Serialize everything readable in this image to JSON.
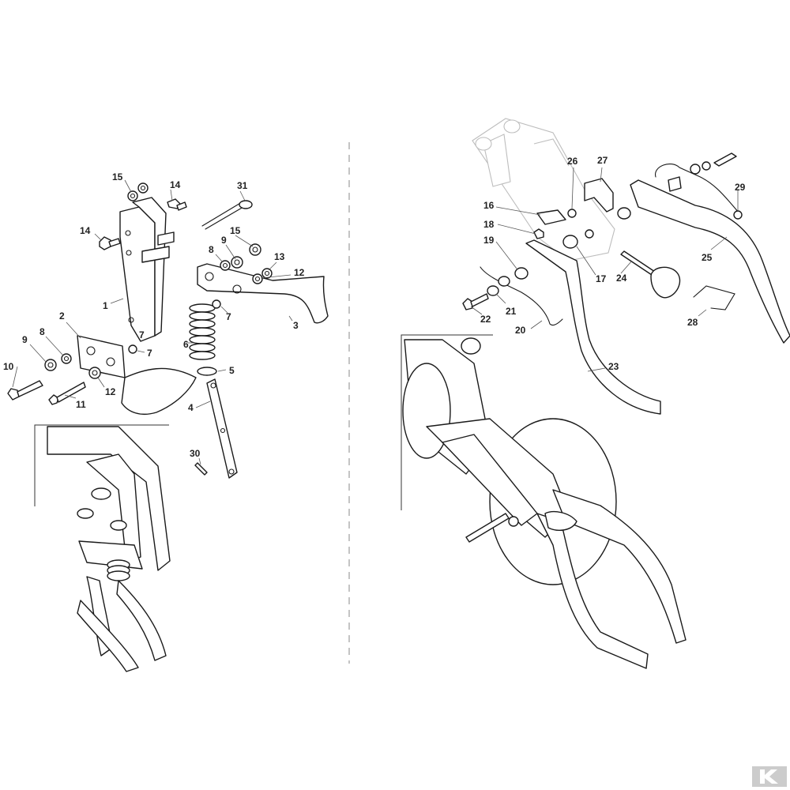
{
  "callouts": {
    "left": {
      "c1": "1",
      "c2": "2",
      "c3": "3",
      "c4": "4",
      "c5": "5",
      "c6": "6",
      "c7a": "7",
      "c7b": "7",
      "c7c": "7",
      "c8a": "8",
      "c8b": "8",
      "c9a": "9",
      "c9b": "9",
      "c10": "10",
      "c11": "11",
      "c12a": "12",
      "c12b": "12",
      "c13": "13",
      "c14a": "14",
      "c14b": "14",
      "c15a": "15",
      "c15b": "15",
      "c30": "30",
      "c31": "31"
    },
    "right": {
      "c16": "16",
      "c17": "17",
      "c18": "18",
      "c19": "19",
      "c20": "20",
      "c21": "21",
      "c22": "22",
      "c23": "23",
      "c24": "24",
      "c25": "25",
      "c26": "26",
      "c27": "27",
      "c28": "28",
      "c29": "29"
    }
  },
  "logo": {
    "icon": "k-brand-logo",
    "color": "#cccccc"
  }
}
